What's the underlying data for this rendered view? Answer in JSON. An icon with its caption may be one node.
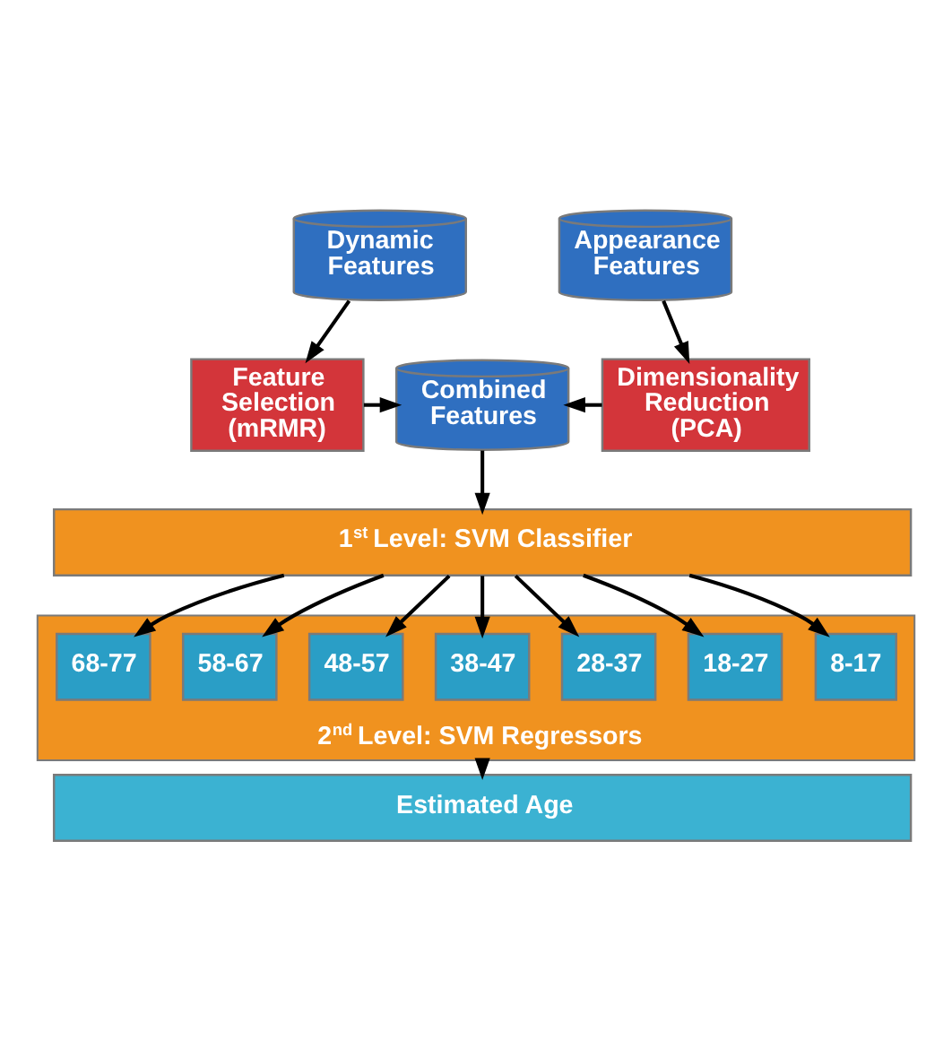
{
  "diagram": {
    "nodes": [
      {
        "text": [
          "Dynamic Features"
        ]
      },
      {
        "text": [
          "Appearance Features"
        ]
      },
      {
        "text": [
          "Feature Selection (mRMR)"
        ]
      },
      {
        "text": [
          "Combined Features"
        ]
      },
      {
        "text": [
          "Dimensionality Reduction (PCA)"
        ]
      },
      {
        "text": [
          "1$^{st}$ Level: SVM Classifier"
        ]
      },
      {
        "text": [
          "2$^{nd}$ Level: SVM Regressors"
        ]
      },
      {
        "text": [
          "8-17"
        ],
        "in": 6
      },
      {
        "text": [
          "18-27"
        ],
        "in": 6
      },
      {
        "text": [
          "28-37"
        ],
        "in": 6
      },
      {
        "text": [
          "38-47"
        ],
        "in": 6
      },
      {
        "text": [
          "48-57"
        ],
        "in": 6
      },
      {
        "text": [
          "58-67"
        ],
        "in": 6
      },
      {
        "text": [
          "68-77"
        ],
        "in": 6
      },
      {
        "text": [
          "Estimated Age"
        ]
      }
    ],
    "edges": [
      {
        "from": 0,
        "to": 2,
        "arrow": "to"
      },
      {
        "from": 1,
        "to": 4,
        "arrow": "to"
      },
      {
        "from": 2,
        "to": 3,
        "arrow": "to"
      },
      {
        "from": 4,
        "to": 3,
        "arrow": "to"
      },
      {
        "from": 3,
        "to": 5,
        "arrow": "to"
      },
      {
        "from": 5,
        "to": 7,
        "arrow": "to"
      },
      {
        "from": 5,
        "to": 8,
        "arrow": "to"
      },
      {
        "from": 5,
        "to": 9,
        "arrow": "to"
      },
      {
        "from": 5,
        "to": 10,
        "arrow": "to"
      },
      {
        "from": 5,
        "to": 11,
        "arrow": "to"
      },
      {
        "from": 5,
        "to": 12,
        "arrow": "to"
      },
      {
        "from": 5,
        "to": 13,
        "arrow": "to"
      },
      {
        "from": 6,
        "to": 14,
        "arrow": "to"
      }
    ]
  }
}
